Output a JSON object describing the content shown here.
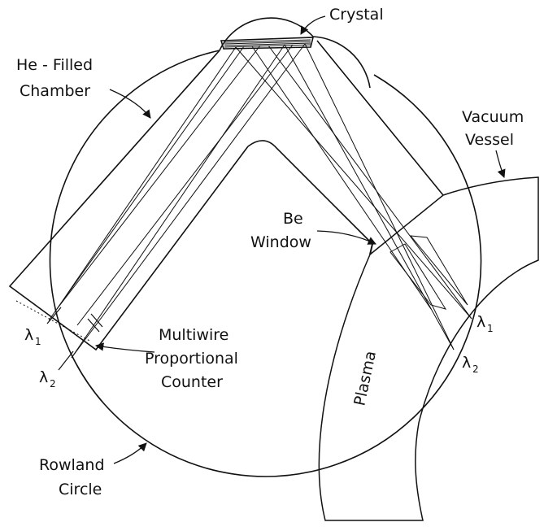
{
  "labels": {
    "crystal": "Crystal",
    "he_filled_line1": "He - Filled",
    "he_filled_line2": "Chamber",
    "vacuum_vessel_line1": "Vacuum",
    "vacuum_vessel_line2": "Vessel",
    "be_window_line1": "Be",
    "be_window_line2": "Window",
    "plasma": "Plasma",
    "counter_line1": "Multiwire",
    "counter_line2": "Proportional",
    "counter_line3": "Counter",
    "rowland_line1": "Rowland",
    "rowland_line2": "Circle",
    "lambda_symbol": "λ",
    "sub1": "1",
    "sub2": "2"
  },
  "colors": {
    "ink": "#111111",
    "background": "#ffffff"
  }
}
